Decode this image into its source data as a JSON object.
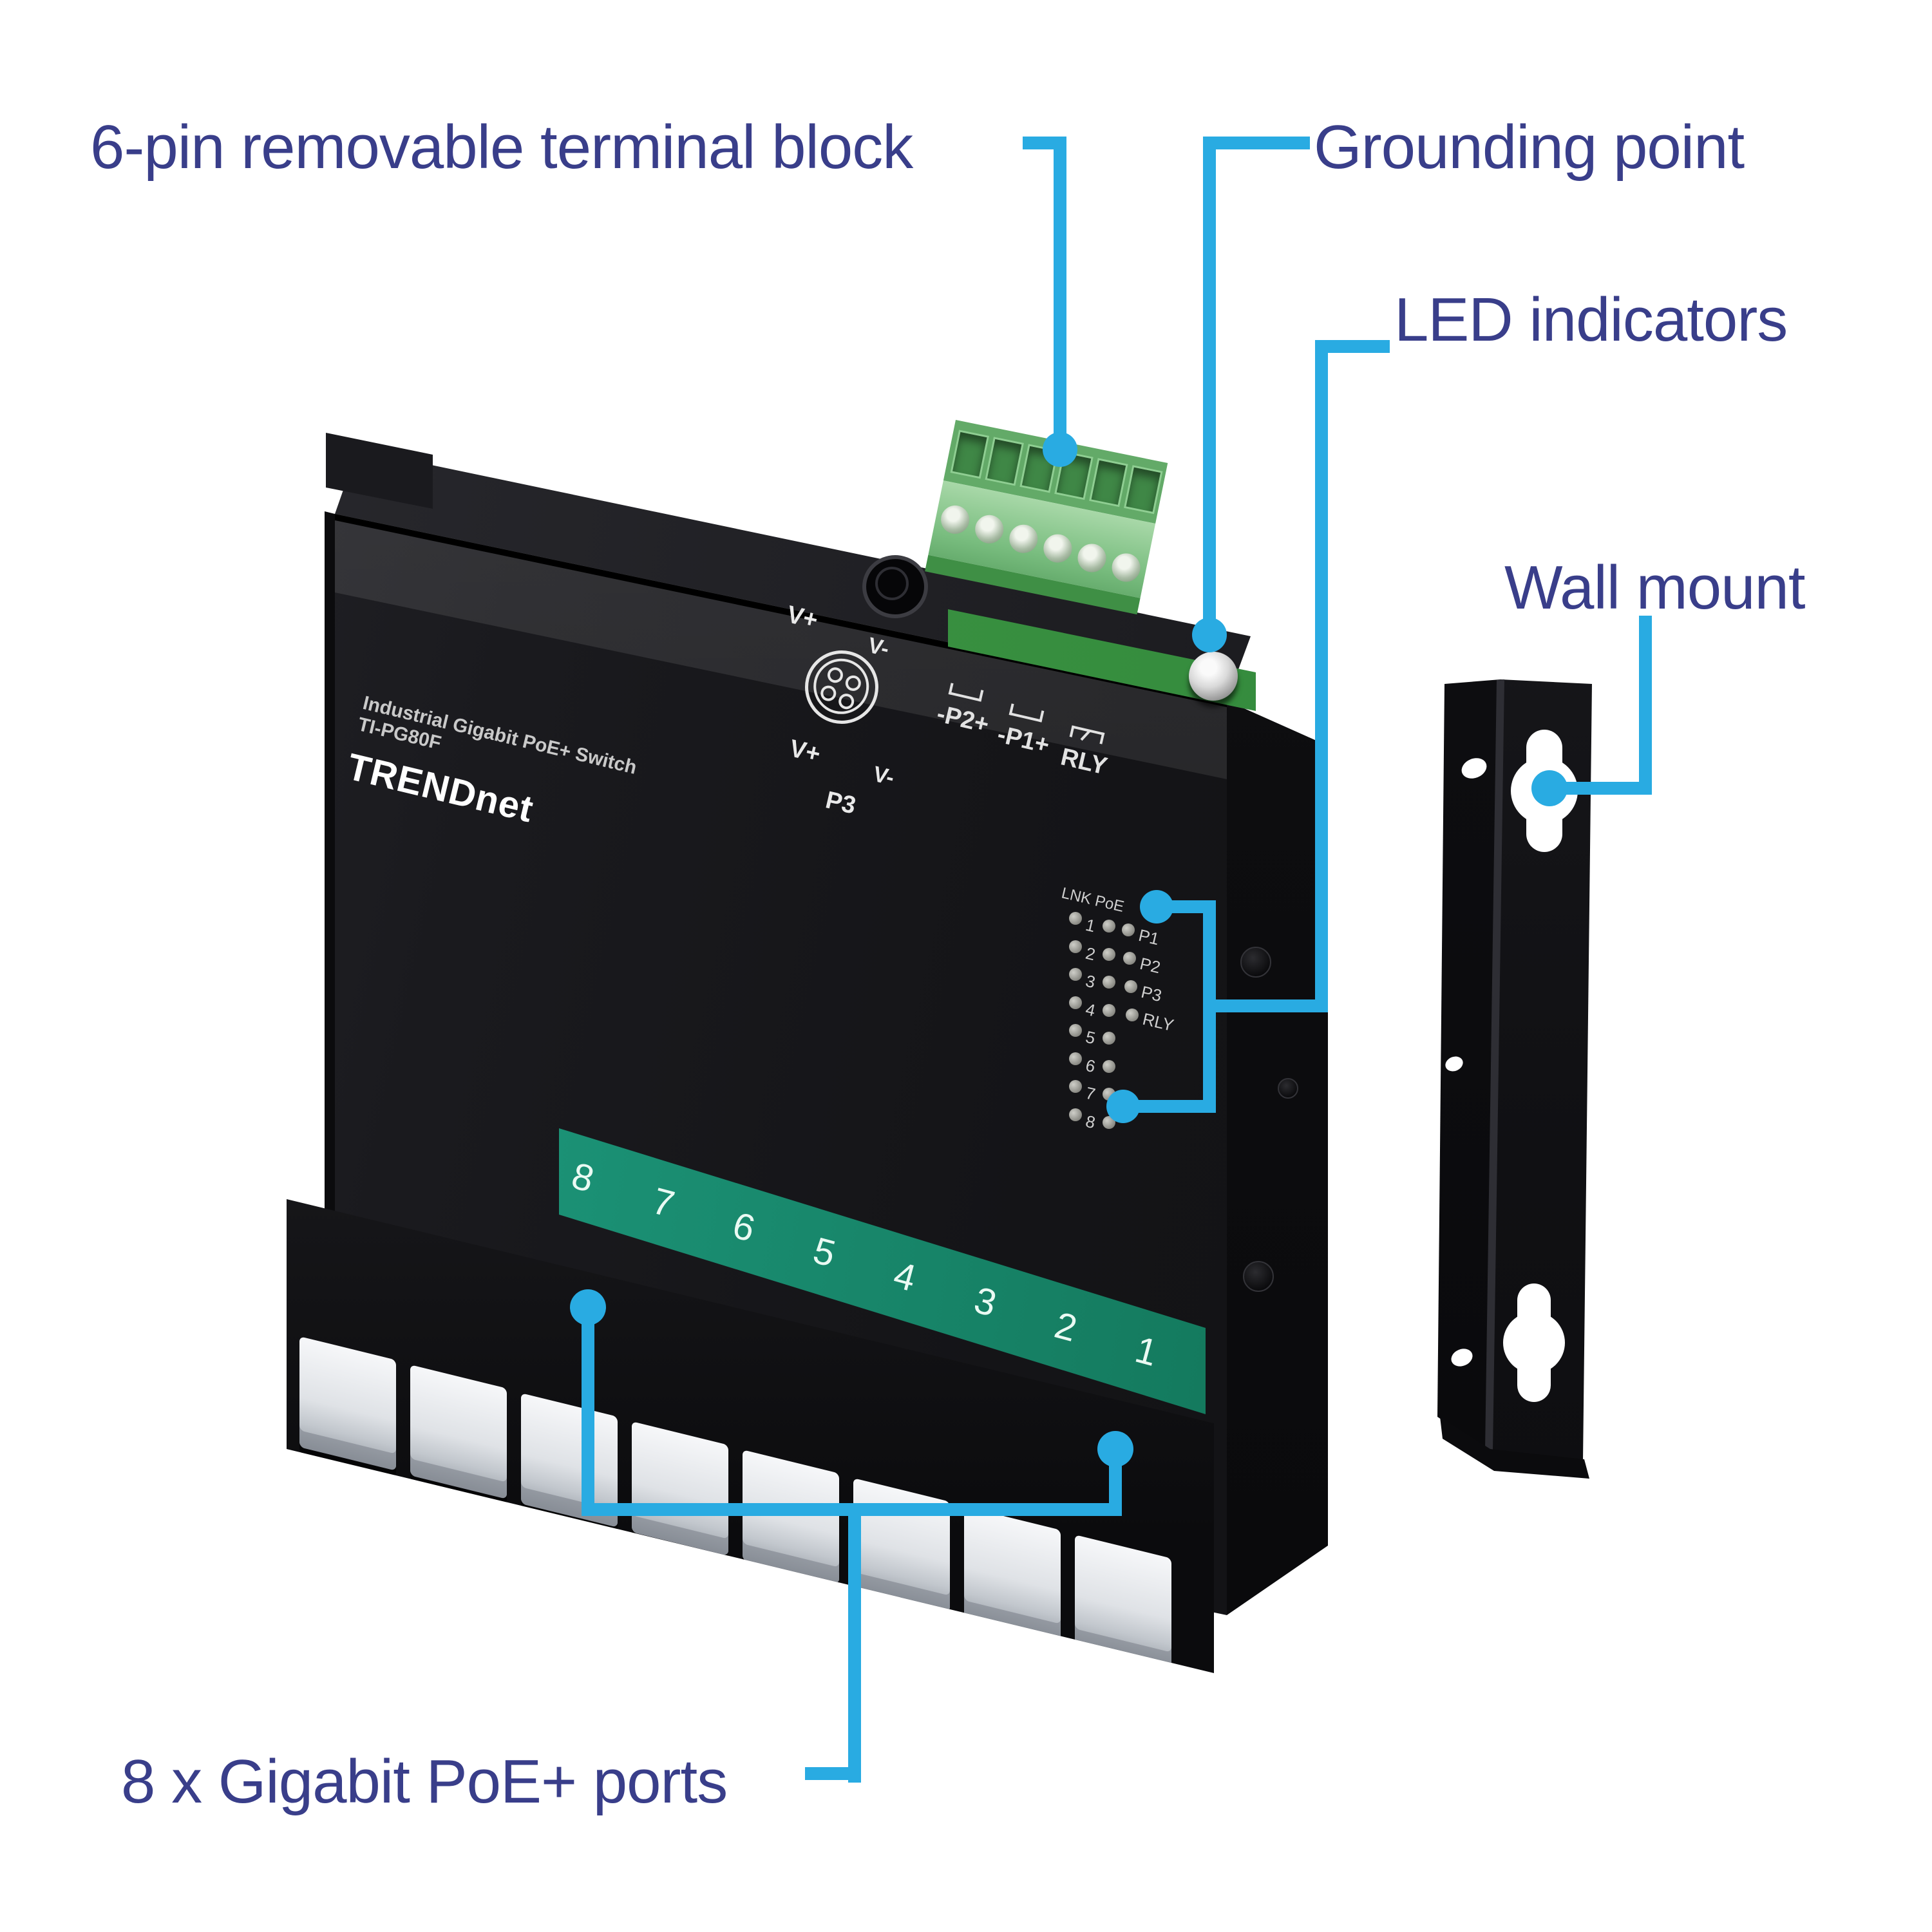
{
  "colors": {
    "accent_cyan": "#29abe2",
    "label_navy": "#393e8a",
    "strip_green": "#17866c",
    "terminal_green": "#79bd7f",
    "chassis_black": "#141418"
  },
  "callouts": {
    "terminal_block": "6-pin removable terminal block",
    "grounding": "Grounding point",
    "led": "LED indicators",
    "wall_mount": "Wall mount",
    "ports": "8 x Gigabit PoE+ ports"
  },
  "device": {
    "print_line1": "Industrial Gigabit PoE+ Switch",
    "print_line2": "TI-PG80F",
    "brand": "TRENDnet",
    "power_labels": {
      "vplus_top": "V+",
      "vminus_top": "V-",
      "vplus_bottom": "V+",
      "vminus_bottom": "V-",
      "p3": "P3"
    },
    "top_markings": [
      "-P2+",
      "-P1+",
      "RLY"
    ],
    "led_header": {
      "lnk": "LNK",
      "poe": "PoE"
    },
    "led_rows": [
      "1",
      "2",
      "3",
      "4",
      "5",
      "6",
      "7",
      "8"
    ],
    "led_side": [
      "P1",
      "P2",
      "P3",
      "RLY"
    ],
    "port_numbers": [
      "8",
      "7",
      "6",
      "5",
      "4",
      "3",
      "2",
      "1"
    ]
  }
}
